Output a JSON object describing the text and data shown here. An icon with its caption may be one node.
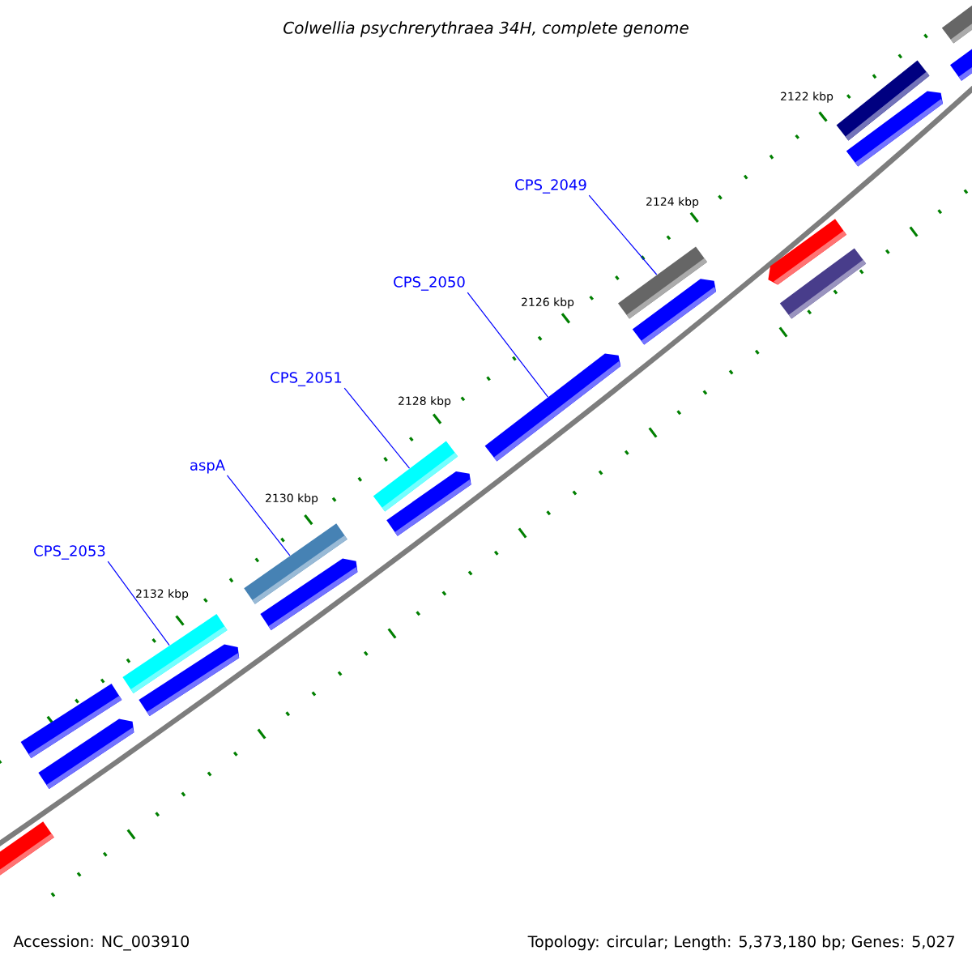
{
  "diagram": {
    "title": "Colwellia psychrerythraea 34H, complete genome",
    "nodes": [
      {
        "text": [
          "CPS_2049"
        ]
      },
      {
        "text": [
          "CPS_2050"
        ]
      },
      {
        "text": [
          "CPS_2051"
        ]
      },
      {
        "text": [
          "aspA"
        ]
      },
      {
        "text": [
          "CPS_2053"
        ]
      },
      {
        "text": [],
        "shape": "bar"
      },
      {
        "text": [],
        "shape": "bar"
      },
      {
        "text": [],
        "shape": "bar"
      },
      {
        "text": [],
        "shape": "bar"
      },
      {
        "text": [],
        "shape": "bar"
      },
      {
        "text": [],
        "shape": "bar"
      },
      {
        "text": [],
        "shape": "bar"
      },
      {
        "text": [],
        "shape": "bar"
      },
      {
        "text": [],
        "shape": "bar"
      },
      {
        "text": [],
        "shape": "bar"
      },
      {
        "text": [],
        "shape": "bar"
      },
      {
        "text": [],
        "shape": "bar"
      },
      {
        "text": [],
        "shape": "bar"
      },
      {
        "text": [],
        "shape": "bar"
      },
      {
        "text": [],
        "shape": "bar"
      },
      {
        "text": [],
        "shape": "bar"
      },
      {
        "text": [],
        "shape": "bar"
      },
      {
        "text": [],
        "shape": "bar"
      }
    ],
    "edges": [
      {
        "from": 0,
        "to": 10,
        "arrow": "none"
      },
      {
        "from": 1,
        "to": 13,
        "arrow": "none"
      },
      {
        "from": 2,
        "to": 14,
        "arrow": "none"
      },
      {
        "from": 3,
        "to": 16,
        "arrow": "none"
      },
      {
        "from": 4,
        "to": 18,
        "arrow": "none"
      }
    ],
    "labels": [
      "2122 kbp",
      "2124 kbp",
      "2126 kbp",
      "2128 kbp",
      "2130 kbp",
      "2132 kbp",
      "Accession: NC_003910",
      "Topology: circular; Length: 5,373,180 bp; Genes: 5,027"
    ]
  }
}
